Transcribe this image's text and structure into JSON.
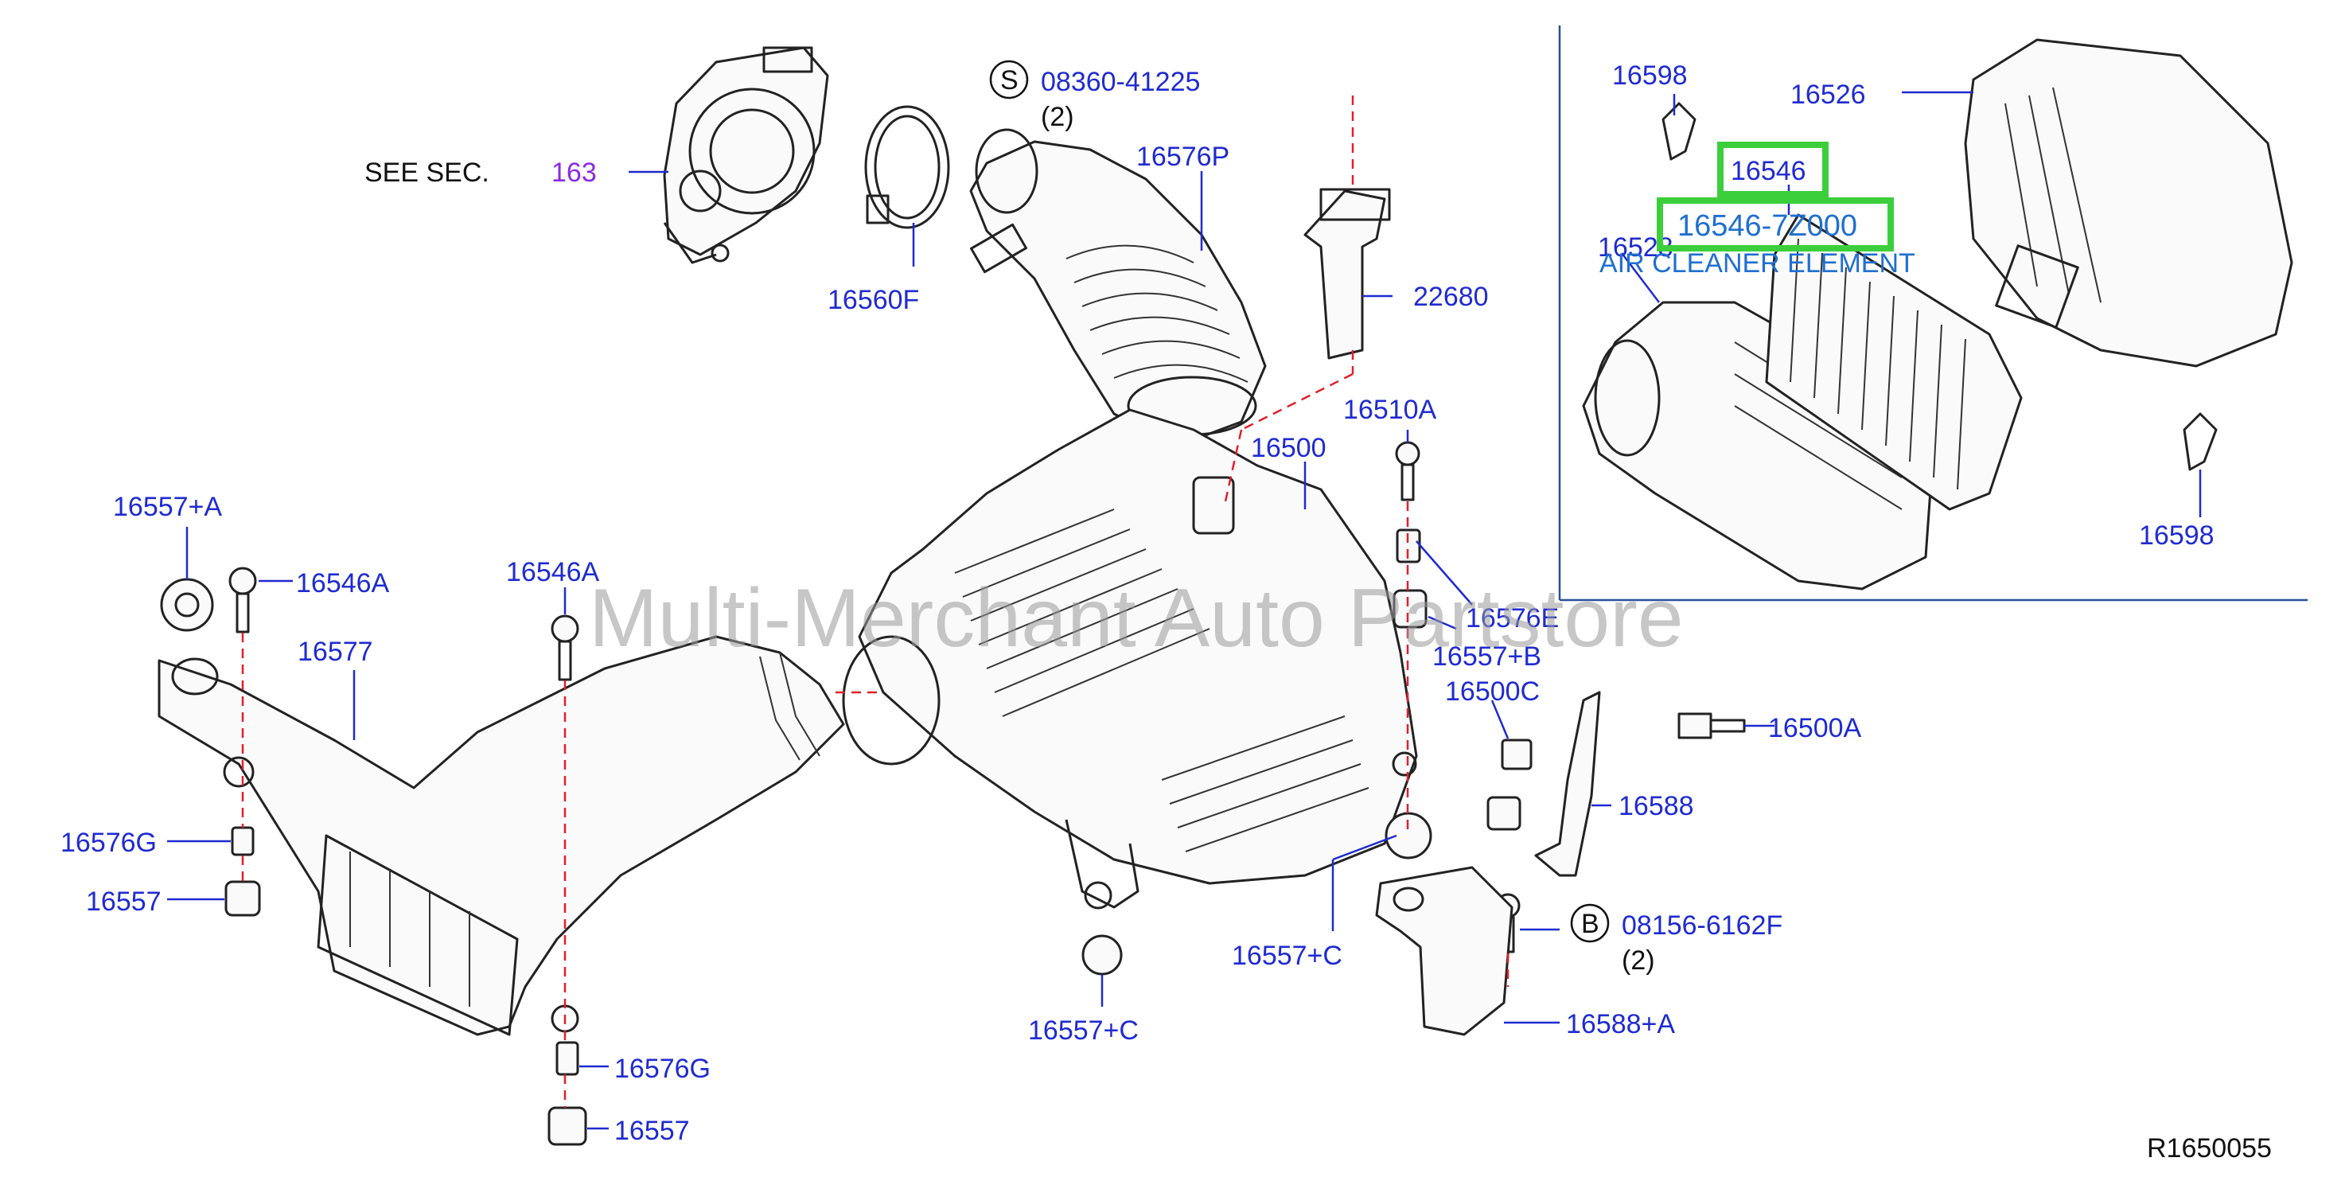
{
  "see_section": {
    "prefix": "SEE   SEC.",
    "number": "163"
  },
  "callouts": {
    "s_symbol": "S",
    "s_part": "08360-41225",
    "s_qty": "(2)",
    "b_symbol": "B",
    "b_part": "08156-6162F",
    "b_qty": "(2)"
  },
  "labels": {
    "p16576P": "16576P",
    "p16560F": "16560F",
    "p22680": "22680",
    "p16510A": "16510A",
    "p16500": "16500",
    "p16557A": "16557+A",
    "p16546A_1": "16546A",
    "p16546A_2": "16546A",
    "p16577": "16577",
    "p16576E": "16576E",
    "p16557B": "16557+B",
    "p16500C": "16500C",
    "p16500A": "16500A",
    "p16588": "16588",
    "p16576G_1": "16576G",
    "p16557_1": "16557",
    "p16557C_1": "16557+C",
    "p16557C_2": "16557+C",
    "p16588A": "16588+A",
    "p16576G_2": "16576G",
    "p16557_2": "16557",
    "p16598_1": "16598",
    "p16526": "16526",
    "p16528": "16528",
    "p16598_2": "16598"
  },
  "highlight": {
    "part_short": "16546",
    "part_full": "16546-7Z000",
    "part_name": "AIR CLEANER ELEMENT"
  },
  "diagram_code": "R1650055",
  "watermark": "Multi-Merchant Auto Partstore"
}
